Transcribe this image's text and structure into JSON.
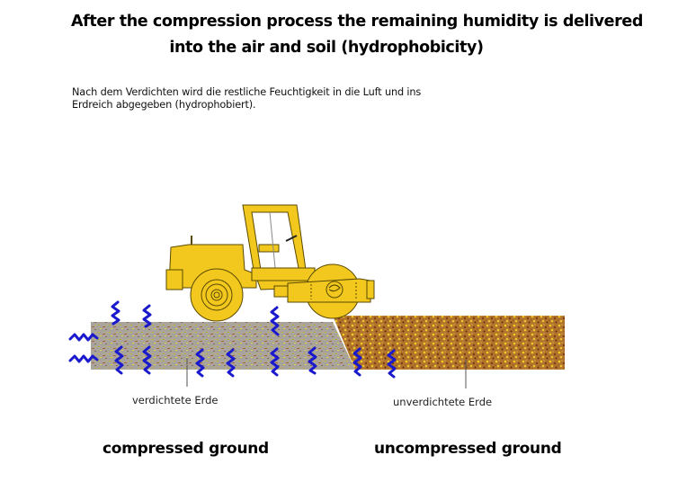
{
  "title": {
    "line1": "After the compression process the remaining humidity is  delivered",
    "line2": "into the air and soil (hydrophobicity)"
  },
  "german_caption": {
    "line1": "Nach dem Verdichten wird die restliche Feuchtigkeit in die Luft und ins",
    "line2": "Erdreich abgegeben (hydrophobiert)."
  },
  "diagram": {
    "vehicle": "road-roller",
    "labels_de": {
      "compressed": "verdichtete Erde",
      "uncompressed": "unverdichtete Erde"
    },
    "labels_en": {
      "compressed": "compressed ground",
      "uncompressed": "uncompressed ground"
    },
    "colors": {
      "roller_yellow": "#f2c81e",
      "outline": "#5a4a00",
      "compressed_soil": "#a8a39a",
      "uncompressed_soil": "#b87a2a",
      "moisture_squiggle": "#1a1acc"
    }
  }
}
